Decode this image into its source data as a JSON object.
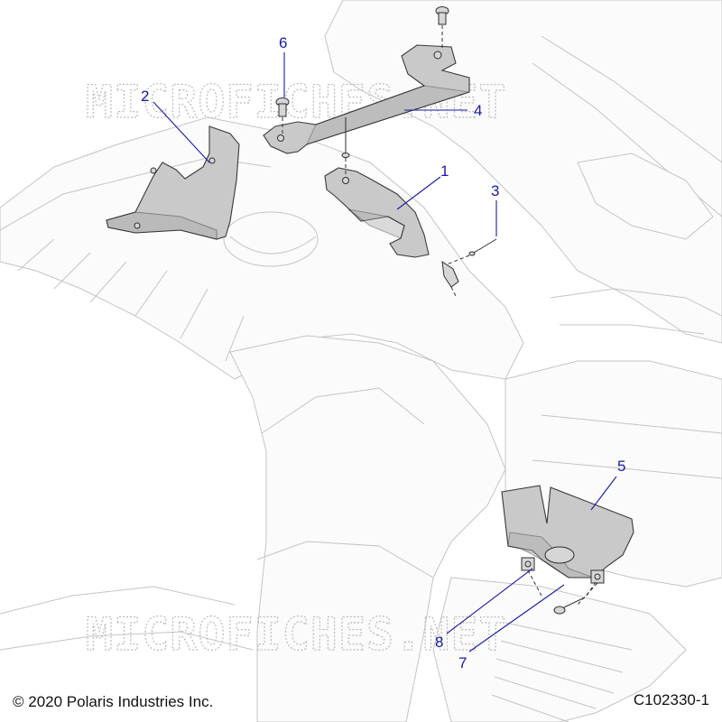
{
  "diagram": {
    "copyright": "© 2020 Polaris Industries Inc.",
    "figure_code": "C102330-1",
    "watermark": "MICROFICHES.NET",
    "callout_color": "#1a1aa6",
    "callouts": [
      {
        "id": "c1",
        "label": "1"
      },
      {
        "id": "c2",
        "label": "2"
      },
      {
        "id": "c3",
        "label": "3"
      },
      {
        "id": "c4",
        "label": "4"
      },
      {
        "id": "c5",
        "label": "5"
      },
      {
        "id": "c6",
        "label": "6"
      },
      {
        "id": "c7",
        "label": "7"
      },
      {
        "id": "c8",
        "label": "8"
      }
    ]
  }
}
